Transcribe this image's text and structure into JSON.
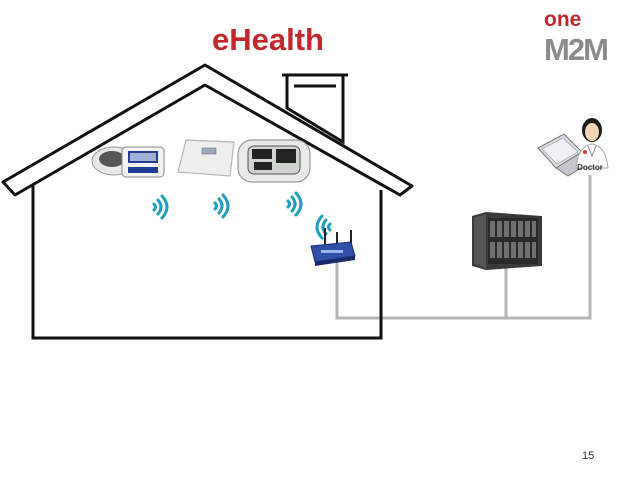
{
  "slide": {
    "title": "eHealth",
    "page_number": "15"
  },
  "logo": {
    "top_text": "one",
    "bottom_text": "M2M",
    "colors": {
      "red": "#c0282d",
      "gray": "#8a8a8a"
    }
  },
  "doctor": {
    "label": "Doctor"
  },
  "devices": [
    {
      "name": "blood-pressure-monitor",
      "icon": "blood-pressure-monitor-icon"
    },
    {
      "name": "weighing-scale",
      "icon": "scale-icon"
    },
    {
      "name": "pulse-monitor",
      "icon": "pulse-monitor-icon"
    }
  ],
  "colors": {
    "house_outline": "#111111",
    "wifi_waves": "#1f9fbf",
    "network_line": "#b5b5b5",
    "title": "#c0282d"
  }
}
